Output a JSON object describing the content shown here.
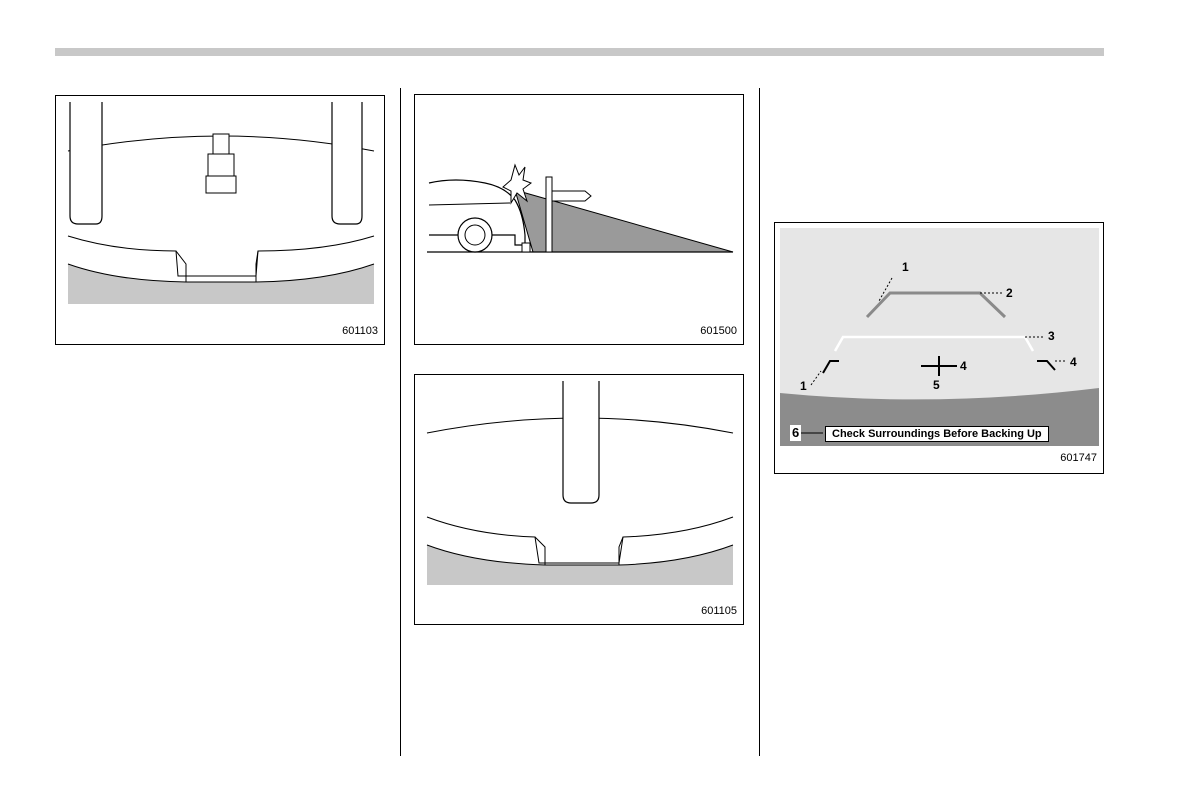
{
  "figures": [
    {
      "code": "601103"
    },
    {
      "code": "601500"
    },
    {
      "code": "601105"
    },
    {
      "code": "601747"
    }
  ],
  "camera_display": {
    "callouts": {
      "guide_corner_top": "1",
      "guide_corner_bottom": "1",
      "upper_line": "2",
      "middle_line": "3",
      "right_marker": "4",
      "center_marker": "4",
      "center_point": "5",
      "message_number": "6"
    },
    "message": "Check Surroundings Before Backing Up",
    "colors": {
      "screen_bg": "#e6e6e6",
      "ground": "#8c8c8c",
      "guide_line": "#8a8a8a",
      "white_line": "#ffffff"
    }
  }
}
